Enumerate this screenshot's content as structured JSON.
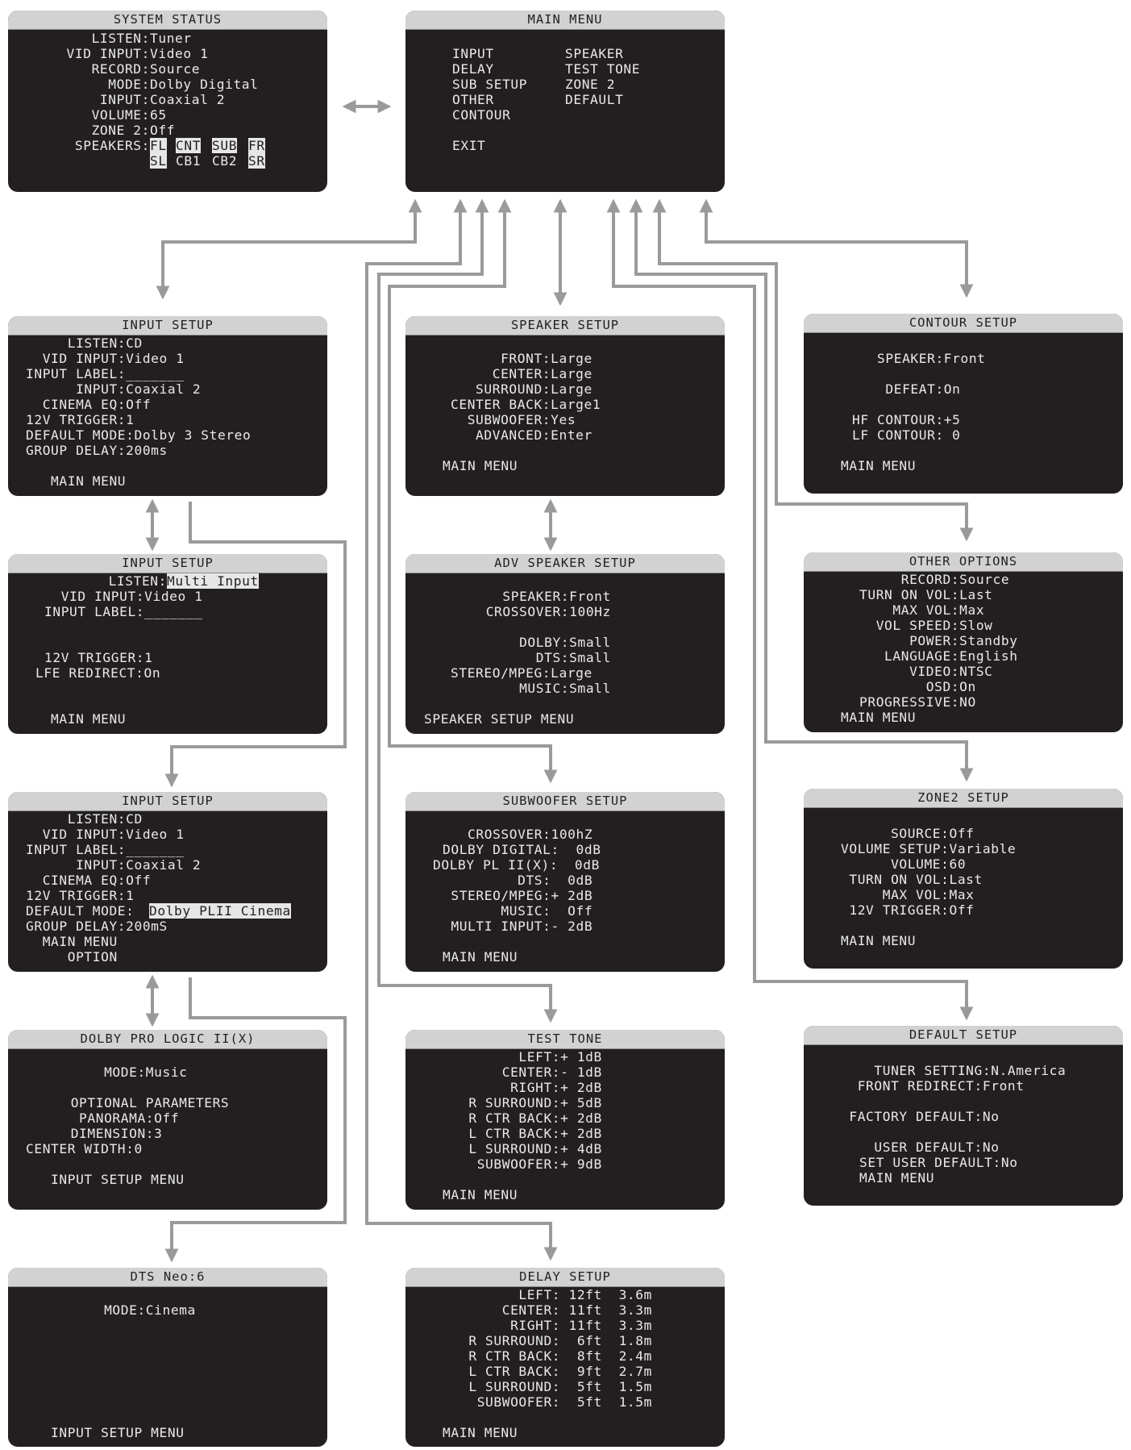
{
  "colors": {
    "screen_bg": "#231f20",
    "header_bg": "#d2d2d2",
    "screen_text": "#e9e9e9",
    "arrow": "#9a9a9a"
  },
  "screens": {
    "system_status": {
      "title": "SYSTEM STATUS",
      "listen_label": "LISTEN:",
      "listen_value": "Tuner",
      "vid_input_label": "VID INPUT:",
      "vid_input_value": "Video 1",
      "record_label": "RECORD:",
      "record_value": "Source",
      "mode_label": "MODE:",
      "mode_value": "Dolby Digital",
      "input_label": "INPUT:",
      "input_value": "Coaxial 2",
      "volume_label": "VOLUME:",
      "volume_value": "65",
      "zone2_label": "ZONE 2:",
      "zone2_value": "Off",
      "speakers_label": "SPEAKERS:",
      "speakers_row1": [
        "FL",
        "CNT",
        "SUB",
        "FR"
      ],
      "speakers_row2": [
        "SL",
        "CB1",
        "CB2",
        "SR"
      ]
    },
    "main_menu": {
      "title": "MAIN MENU",
      "left_items": [
        "INPUT",
        "DELAY",
        "SUB SETUP",
        "OTHER",
        "CONTOUR"
      ],
      "right_items": [
        "SPEAKER",
        "TEST TONE",
        "ZONE 2",
        "DEFAULT"
      ],
      "exit": "EXIT"
    },
    "input_setup_1": {
      "title": "INPUT SETUP",
      "lines": [
        "     LISTEN:CD",
        "  VID INPUT:Video 1",
        "INPUT LABEL:_______",
        "      INPUT:Coaxial 2",
        "  CINEMA EQ:Off",
        "12V TRIGGER:1",
        "DEFAULT MODE:Dolby 3 Stereo",
        "GROUP DELAY:200ms",
        "",
        "   MAIN MENU"
      ]
    },
    "input_setup_2": {
      "title": "INPUT SETUP",
      "listen_label": "LISTEN:",
      "listen_value": "Multi Input",
      "lines": [
        "  VID INPUT:Video 1",
        "INPUT LABEL:_______",
        "",
        "",
        "12V TRIGGER:1",
        "LFE REDIRECT:On",
        "",
        "",
        "   MAIN MENU"
      ]
    },
    "input_setup_3": {
      "title": "INPUT SETUP",
      "lines_top": [
        "     LISTEN:CD",
        "  VID INPUT:Video 1",
        "INPUT LABEL:_______",
        "      INPUT:Coaxial 2",
        "  CINEMA EQ:Off",
        "12V TRIGGER:1"
      ],
      "default_mode_label": "DEFAULT MODE:",
      "default_mode_value": "Dolby PLII Cinema",
      "lines_bottom": [
        "GROUP DELAY:200mS",
        "  MAIN MENU",
        "     OPTION"
      ]
    },
    "dolby_pl2": {
      "title": "DOLBY PRO LOGIC II(X)",
      "lines": [
        "",
        "      MODE:Music",
        "",
        "  OPTIONAL PARAMETERS",
        "   PANORAMA:Off",
        "  DIMENSION:3",
        "CENTER WIDTH:0",
        "",
        "   INPUT SETUP MENU"
      ]
    },
    "dts_neo6": {
      "title": "DTS Neo:6",
      "lines": [
        "",
        "      MODE:Cinema",
        "",
        "",
        "",
        "",
        "",
        "",
        "",
        "   INPUT SETUP MENU"
      ]
    },
    "speaker_setup": {
      "title": "SPEAKER SETUP",
      "lines": [
        "",
        "      FRONT:Large",
        "     CENTER:Large",
        "   SURROUND:Large",
        "CENTER BACK:Large1",
        "  SUBWOOFER:Yes",
        "   ADVANCED:Enter",
        "",
        "MAIN MENU"
      ]
    },
    "adv_speaker_setup": {
      "title": "ADV SPEAKER SETUP",
      "lines": [
        "",
        "    SPEAKER:Front",
        "  CROSSOVER:100Hz",
        "",
        "      DOLBY:Small",
        "        DTS:Small",
        "STEREO/MPEG:Large",
        "      MUSIC:Small",
        "",
        "SPEAKER SETUP MENU"
      ]
    },
    "subwoofer_setup": {
      "title": "SUBWOOFER SETUP",
      "lines": [
        "",
        "   CROSSOVER:100hZ",
        "DOLBY DIGITAL:  0dB",
        "DOLBY PL II(X):  0dB",
        "         DTS:  0dB",
        " STEREO/MPEG:+ 2dB",
        "       MUSIC:  Off",
        " MULTI INPUT:- 2dB",
        "",
        "MAIN MENU"
      ]
    },
    "test_tone": {
      "title": "TEST TONE",
      "lines": [
        "       LEFT:+ 1dB",
        "     CENTER:- 1dB",
        "      RIGHT:+ 2dB",
        " R SURROUND:+ 5dB",
        " R CTR BACK:+ 2dB",
        " L CTR BACK:+ 2dB",
        " L SURROUND:+ 4dB",
        "  SUBWOOFER:+ 9dB",
        "",
        "MAIN MENU"
      ]
    },
    "delay_setup": {
      "title": "DELAY SETUP",
      "lines": [
        "       LEFT: 12ft  3.6m",
        "     CENTER: 11ft  3.3m",
        "      RIGHT: 11ft  3.3m",
        " R SURROUND:  6ft  1.8m",
        " R CTR BACK:  8ft  2.4m",
        " L CTR BACK:  9ft  2.7m",
        " L SURROUND:  5ft  1.5m",
        "  SUBWOOFER:  5ft  1.5m",
        "",
        "MAIN MENU"
      ]
    },
    "contour_setup": {
      "title": "CONTOUR SETUP",
      "lines": [
        "",
        "   SPEAKER:Front",
        "",
        "    DEFEAT:On",
        "",
        "HF CONTOUR:+5",
        "LF CONTOUR: 0",
        "",
        "MAIN MENU"
      ]
    },
    "other_options": {
      "title": "OTHER OPTIONS",
      "lines": [
        "     RECORD:Source",
        "TURN ON VOL:Last",
        "    MAX VOL:Max",
        "  VOL SPEED:Slow",
        "      POWER:Standby",
        "   LANGUAGE:English",
        "      VIDEO:NTSC",
        "        OSD:On",
        "PROGRESSIVE:NO",
        "MAIN MENU"
      ]
    },
    "zone2_setup": {
      "title": "ZONE2 SETUP",
      "lines": [
        "",
        "      SOURCE:Off",
        "VOLUME SETUP:Variable",
        "      VOLUME:60",
        " TURN ON VOL:Last",
        "     MAX VOL:Max",
        " 12V TRIGGER:Off",
        "",
        "MAIN MENU"
      ]
    },
    "default_setup": {
      "title": "DEFAULT SETUP",
      "lines": [
        "",
        "    TUNER SETTING:N.America",
        "  FRONT REDIRECT:Front",
        "",
        " FACTORY DEFAULT:No",
        "",
        "    USER DEFAULT:No",
        "SET USER DEFAULT:No",
        "MAIN MENU"
      ]
    }
  }
}
